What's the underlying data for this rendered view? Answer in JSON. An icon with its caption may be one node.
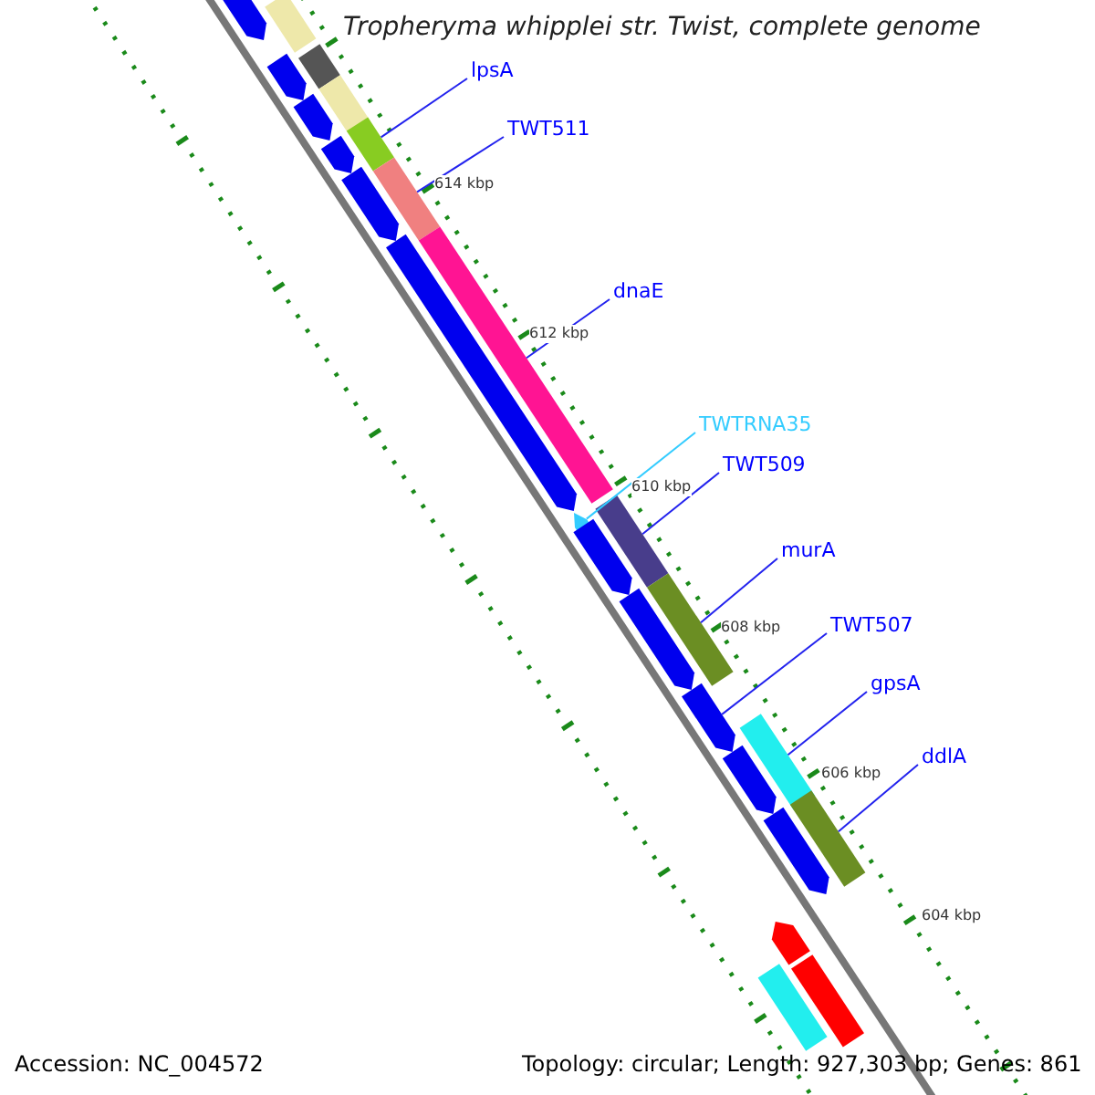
{
  "diagram": {
    "title": "Tropheryma whipplei str. Twist, complete genome",
    "nodes": [
      {
        "text": [
          "lpsA"
        ]
      },
      {
        "text": [
          "TWT511"
        ]
      },
      {
        "text": [
          "dnaE"
        ]
      },
      {
        "text": [
          "TWTRNA35"
        ]
      },
      {
        "text": [
          "TWT509"
        ]
      },
      {
        "text": [
          "murA"
        ]
      },
      {
        "text": [
          "TWT507"
        ]
      },
      {
        "text": [
          "gpsA"
        ]
      },
      {
        "text": [
          "ddlA"
        ]
      },
      {
        "text": [],
        "shape": "bar"
      },
      {
        "text": [],
        "shape": "bar"
      },
      {
        "text": [],
        "shape": "bar"
      },
      {
        "text": [],
        "shape": "bar"
      },
      {
        "text": [],
        "shape": "bar"
      },
      {
        "text": [],
        "shape": "bar"
      },
      {
        "text": [],
        "shape": "bar"
      },
      {
        "text": [],
        "shape": "bar"
      },
      {
        "text": [],
        "shape": "bar"
      },
      {
        "text": [],
        "shape": "bar"
      },
      {
        "text": [],
        "shape": "bar"
      },
      {
        "text": [],
        "shape": "bar"
      },
      {
        "text": [],
        "shape": "bar"
      },
      {
        "text": [],
        "shape": "bar"
      },
      {
        "text": [],
        "shape": "bar"
      },
      {
        "text": [],
        "shape": "bar"
      },
      {
        "text": [],
        "shape": "bar"
      },
      {
        "text": [],
        "shape": "bar"
      },
      {
        "text": [],
        "shape": "bar"
      },
      {
        "text": [],
        "shape": "bar"
      },
      {
        "text": [],
        "shape": "bar"
      },
      {
        "text": [],
        "shape": "bar"
      },
      {
        "text": [],
        "shape": "bar"
      },
      {
        "text": [],
        "shape": "bar"
      },
      {
        "text": [],
        "shape": "bar"
      }
    ],
    "edges": [
      {
        "from": 0,
        "to": 15,
        "arrow": "none"
      },
      {
        "from": 1,
        "to": 17,
        "arrow": "none"
      },
      {
        "from": 2,
        "to": 19,
        "arrow": "none"
      },
      {
        "from": 3,
        "to": 22,
        "arrow": "none",
        "color": "#33ccff"
      },
      {
        "from": 4,
        "to": 21,
        "arrow": "none"
      },
      {
        "from": 5,
        "to": 24,
        "arrow": "none"
      },
      {
        "from": 6,
        "to": 26,
        "arrow": "none"
      },
      {
        "from": 7,
        "to": 27,
        "arrow": "none"
      },
      {
        "from": 8,
        "to": 29,
        "arrow": "none"
      }
    ],
    "labels": [
      "614 kbp",
      "612 kbp",
      "610 kbp",
      "608 kbp",
      "606 kbp",
      "604 kbp",
      "Accession: NC_004572",
      "Topology: circular; Length: 927,303 bp; Genes: 861"
    ]
  }
}
